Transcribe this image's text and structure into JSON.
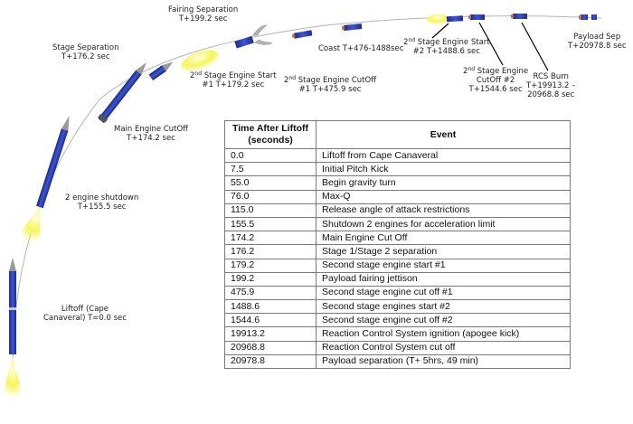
{
  "labels": {
    "fairing": [
      "Fairing Separation",
      "T+199.2 sec"
    ],
    "stage_sep": [
      "Stage Separation",
      "T+176.2 sec"
    ],
    "second_start_1": [
      "2nd Stage Engine Start",
      "#1  T+179.2 sec"
    ],
    "cutoff_1": [
      "2nd Stage Engine CutOff",
      "#1  T+475.9 sec"
    ],
    "coast": [
      "Coast T+476-1488sec"
    ],
    "second_start_2": [
      "2nd Stage Engine Start",
      "#2  T+1488.6 sec"
    ],
    "cutoff_2": [
      "2nd Stage Engine",
      "CutOff #2",
      "T+1544.6 sec"
    ],
    "rcs_burn": [
      "RCS Burn",
      "T+19913.2 –",
      "20968.8 sec"
    ],
    "payload_sep": [
      "Payload Sep",
      "T+20978.8 sec"
    ],
    "main_cutoff": [
      "Main Engine CutOff",
      "T+174.2 sec"
    ],
    "two_engine": [
      "2 engine shutdown",
      "T+155.5 sec"
    ],
    "liftoff": [
      "Liftoff (Cape",
      "Canaveral) T=0.0 sec"
    ]
  },
  "table": {
    "headers": [
      "Time After Liftoff (seconds)",
      "Event"
    ],
    "rows": [
      [
        "0.0",
        "Liftoff from Cape Canaveral"
      ],
      [
        "7.5",
        "Initial Pitch Kick"
      ],
      [
        "55.0",
        "Begin gravity turn"
      ],
      [
        "76.0",
        "Max-Q"
      ],
      [
        "115.0",
        "Release angle of attack restrictions"
      ],
      [
        "155.5",
        "Shutdown 2 engines for acceleration limit"
      ],
      [
        "174.2",
        "Main Engine Cut Off"
      ],
      [
        "176.2",
        "Stage 1/Stage 2 separation"
      ],
      [
        "179.2",
        "Second stage engine start #1"
      ],
      [
        "199.2",
        "Payload fairing jettison"
      ],
      [
        "475.9",
        "Second stage engine cut off #1"
      ],
      [
        "1488.6",
        "Second stage engines start #2"
      ],
      [
        "1544.6",
        "Second stage engine cut off #2"
      ],
      [
        "19913.2",
        "Reaction Control System ignition (apogee kick)"
      ],
      [
        "20968.8",
        "Reaction Control System cut off"
      ],
      [
        "20978.8",
        "Payload separation (T+ 5hrs, 49 min)"
      ]
    ]
  },
  "colors": {
    "rocket_body": "#2a3fae",
    "flame": "#f3f35a",
    "trajectory": "#a0a0a0",
    "table_border": "#7a7a7a"
  }
}
